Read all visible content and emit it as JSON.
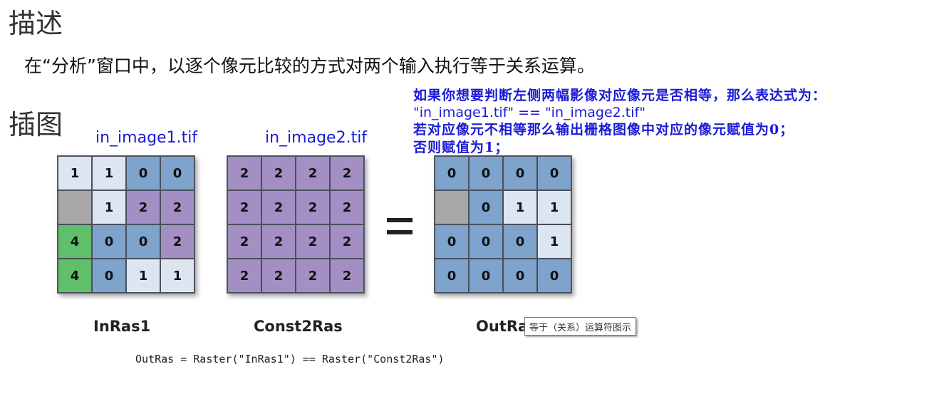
{
  "headings": {
    "description": "描述",
    "illustration": "插图"
  },
  "description_text": "在“分析”窗口中，以逐个像元比较的方式对两个输入执行等于关系运算。",
  "annotation": {
    "line1": "如果你想要判断左侧两幅影像对应像元是否相等，那么表达式为：",
    "line2": "\"in_image1.tif\" == \"in_image2.tif\"",
    "line3": "若对应像元不相等那么输出栅格图像中对应的像元赋值为0；",
    "line4": "否则赋值为1；",
    "color": "#1a1ad6"
  },
  "file_labels": {
    "image1": "in_image1.tif",
    "image2": "in_image2.tif"
  },
  "grids": {
    "inras1": {
      "caption": "InRas1",
      "cells": [
        [
          "1",
          "1",
          "0",
          "0"
        ],
        [
          "",
          "1",
          "2",
          "2"
        ],
        [
          "4",
          "0",
          "0",
          "2"
        ],
        [
          "4",
          "0",
          "1",
          "1"
        ]
      ]
    },
    "const2ras": {
      "caption": "Const2Ras",
      "cells": [
        [
          "2",
          "2",
          "2",
          "2"
        ],
        [
          "2",
          "2",
          "2",
          "2"
        ],
        [
          "2",
          "2",
          "2",
          "2"
        ],
        [
          "2",
          "2",
          "2",
          "2"
        ]
      ]
    },
    "outras": {
      "caption": "OutRas",
      "cells": [
        [
          "0",
          "0",
          "0",
          "0"
        ],
        [
          "",
          "0",
          "1",
          "1"
        ],
        [
          "0",
          "0",
          "0",
          "1"
        ],
        [
          "0",
          "0",
          "0",
          "0"
        ]
      ]
    }
  },
  "value_colors": {
    "0": "#7ea3cc",
    "1": "#dde6f0",
    "2": "#a38fc4",
    "4": "#5fbf6a",
    "nodata": "#a8a8a8"
  },
  "tooltip": "等于（关系）运算符图示",
  "code_line": "OutRas = Raster(\"InRas1\") == Raster(\"Const2Ras\")"
}
